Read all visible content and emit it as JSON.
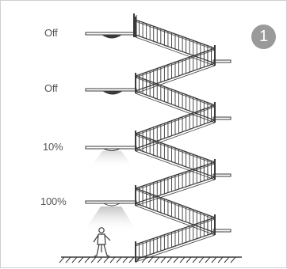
{
  "step_badge": "1",
  "levels": [
    {
      "label": "Off",
      "light": "off"
    },
    {
      "label": "Off",
      "light": "off"
    },
    {
      "label": "10%",
      "light": "dim"
    },
    {
      "label": "100%",
      "light": "full"
    }
  ],
  "colors": {
    "line": "#3a3a3a",
    "label": "#555555",
    "badge": "#9a9a9a",
    "glow": "#d6d6d6"
  }
}
